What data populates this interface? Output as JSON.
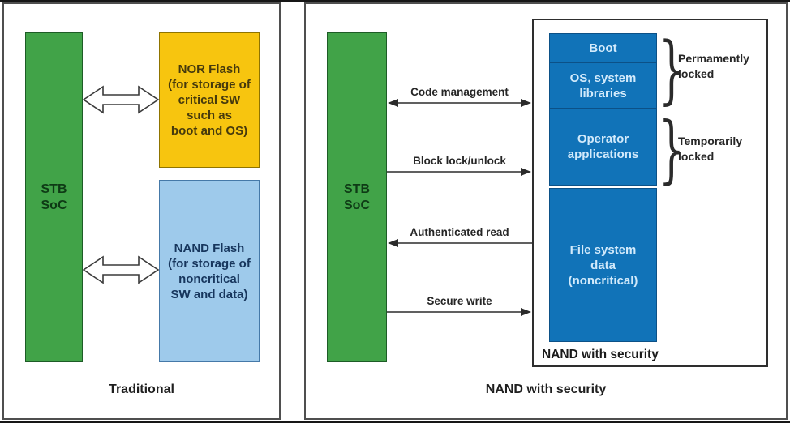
{
  "left_panel": {
    "caption": "Traditional",
    "soc": {
      "lines": [
        "STB",
        "SoC"
      ]
    },
    "nor_flash": {
      "lines": [
        "NOR Flash",
        "(for storage of",
        "critical SW",
        "such as",
        "boot and OS)"
      ]
    },
    "nand_flash": {
      "lines": [
        "NAND Flash",
        "(for storage of",
        "noncritical",
        "SW and data)"
      ]
    }
  },
  "right_panel": {
    "caption": "NAND with security",
    "soc": {
      "lines": [
        "STB",
        "SoC"
      ]
    },
    "arrows": [
      {
        "label": "Code management",
        "direction": "both"
      },
      {
        "label": "Block lock/unlock",
        "direction": "right"
      },
      {
        "label": "Authenticated read",
        "direction": "left"
      },
      {
        "label": "Secure write",
        "direction": "right"
      }
    ],
    "nand_box": {
      "label": "NAND with security",
      "segments": [
        {
          "lines": [
            "Boot"
          ]
        },
        {
          "lines": [
            "OS, system",
            "libraries"
          ]
        },
        {
          "lines": [
            "Operator",
            "applications"
          ]
        },
        {
          "lines": [
            "File system",
            "data",
            "(noncritical)"
          ]
        }
      ],
      "locks": [
        {
          "lines": [
            "Permamently",
            "locked"
          ]
        },
        {
          "lines": [
            "Temporarily",
            "locked"
          ]
        }
      ],
      "brace_glyph": "}"
    }
  },
  "colors": {
    "soc_green": "#41a348",
    "nor_yellow": "#f7c50f",
    "nand_light_blue": "#9ecaeb",
    "nand_dark_blue": "#1173b8",
    "panel_border": "#4f4f4f"
  }
}
